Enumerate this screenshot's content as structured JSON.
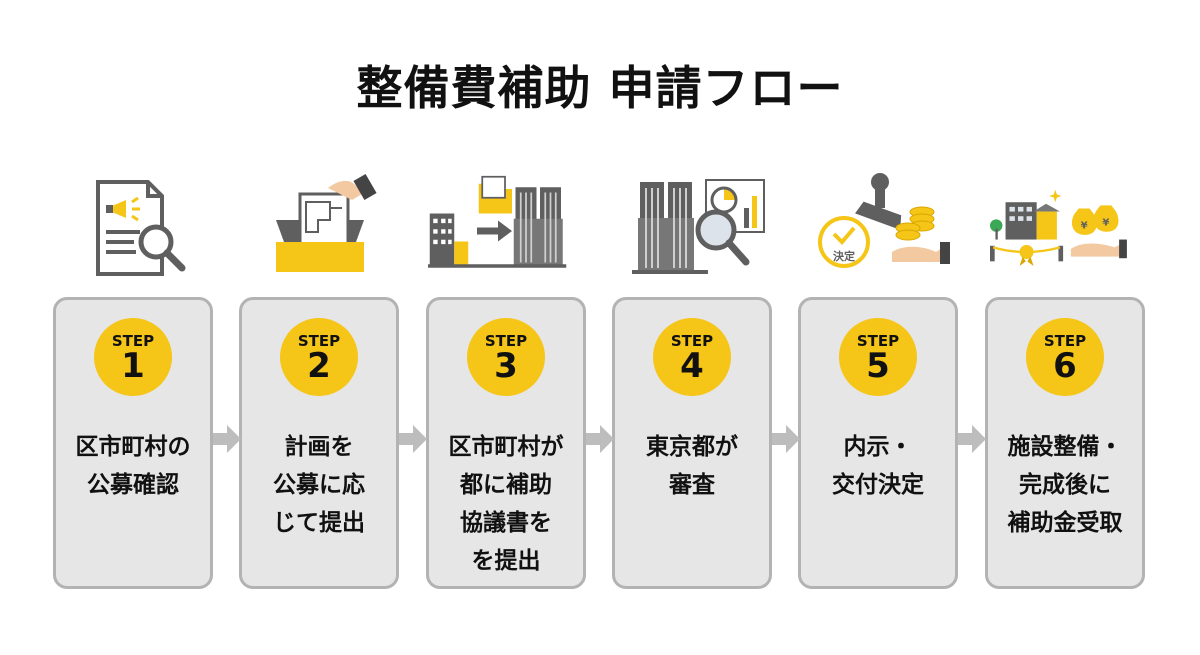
{
  "title": "整備費補助 申請フロー",
  "step_label": "STEP",
  "colors": {
    "accent": "#f5c518",
    "card_fill": "#e6e6e6",
    "card_border": "#b3b3b3",
    "icon_gray": "#5f5f5f",
    "arrow": "#bdbdbd"
  },
  "steps": [
    {
      "number": "1",
      "text": "区市町村の\n公募確認",
      "icon": "document-megaphone-magnifier-icon"
    },
    {
      "number": "2",
      "text": "計画を\n公募に応\nじて提出",
      "icon": "hand-dropping-plan-in-box-icon"
    },
    {
      "number": "3",
      "text": "区市町村が\n都に補助\n協議書を\nを提出",
      "icon": "building-folder-to-government-icon"
    },
    {
      "number": "4",
      "text": "東京都が\n審査",
      "icon": "government-building-chart-magnifier-icon"
    },
    {
      "number": "5",
      "text": "内示・\n交付決定",
      "icon": "approval-stamp-coins-icon"
    },
    {
      "number": "6",
      "text": "施設整備・\n完成後に\n補助金受取",
      "icon": "facility-ribbon-money-bags-icon"
    }
  ],
  "icon_texts": {
    "stamp": "決定",
    "money_bag": "¥"
  }
}
